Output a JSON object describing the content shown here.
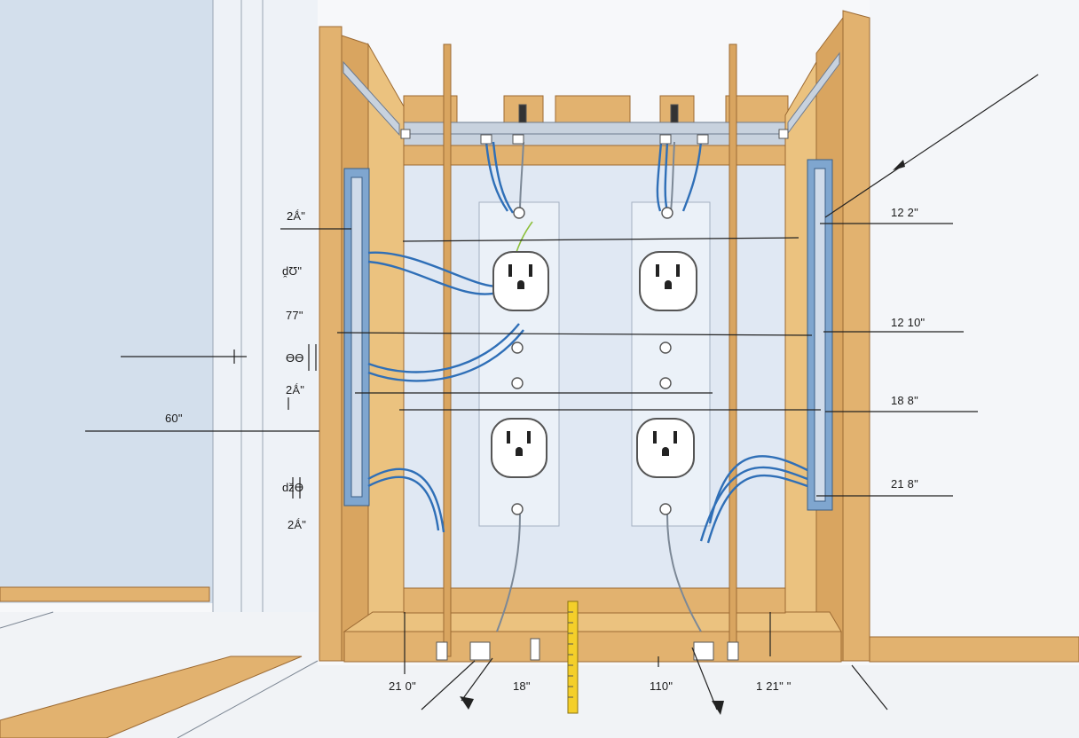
{
  "colors": {
    "background": "#f7f8fa",
    "wall_left": "#d9e3ef",
    "cavity": "#e3ebf5",
    "stud_wood": "#e2b26f",
    "stud_edge": "#9c6a33",
    "metal_channel": "#8a99ad",
    "wire_blue": "#2f6fb7",
    "outlet_face": "#ffffff",
    "tape_yellow": "#f4cf2a",
    "dimension_line": "#222222"
  },
  "labels": {
    "left": [
      "2Ǻ\"",
      "ḓƱ\"",
      "77\"",
      "ƟƟ",
      "2Ǻ\"",
      "ǆƟ",
      "2Ǻ\"",
      "60\""
    ],
    "right": [
      "12 2\"",
      "12 10\"",
      "18 8\"",
      "21 8\""
    ],
    "bottom": [
      "21 0\"",
      "18\"",
      "110\"",
      "1 21\" \""
    ]
  }
}
